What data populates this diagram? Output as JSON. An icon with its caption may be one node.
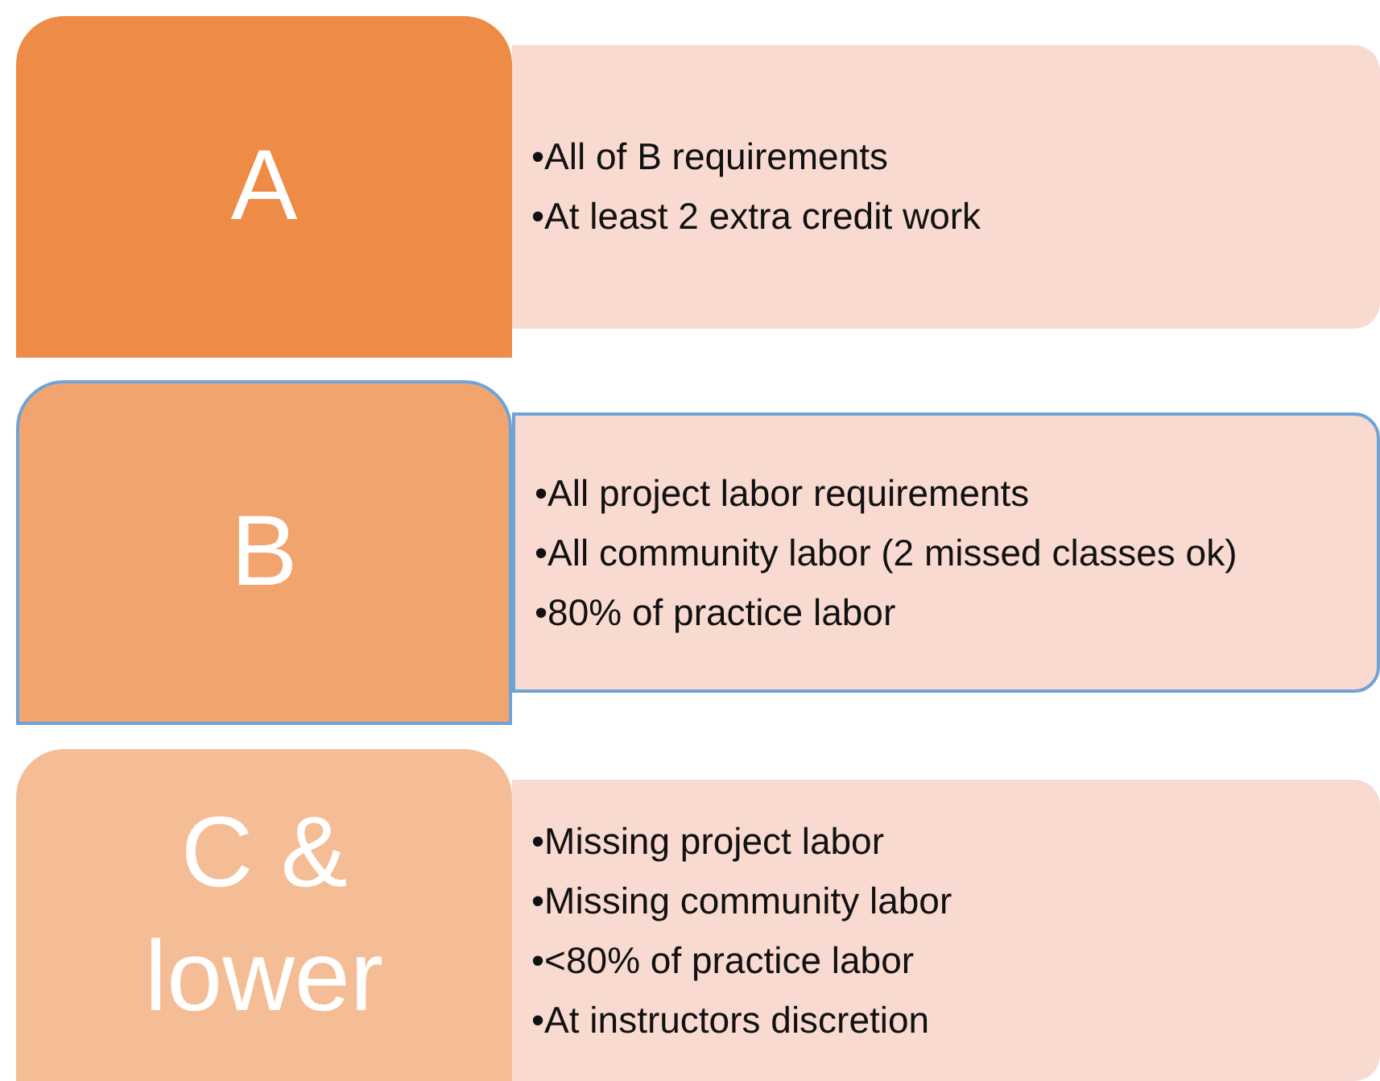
{
  "diagram": {
    "nodes": [
      {
        "text": [
          "A"
        ]
      },
      {
        "text": [
          "•All of B requirements",
          "•At least 2 extra credit work"
        ]
      },
      {
        "text": [
          "B"
        ]
      },
      {
        "text": [
          "•All project labor requirements",
          "•All community labor (2 missed classes ok)",
          "•80% of practice labor"
        ]
      },
      {
        "text": [
          "C & lower"
        ]
      },
      {
        "text": [
          "•Missing project labor",
          "•Missing community labor",
          "•<80% of practice labor",
          "•At instructors discretion"
        ]
      }
    ],
    "edges": []
  }
}
